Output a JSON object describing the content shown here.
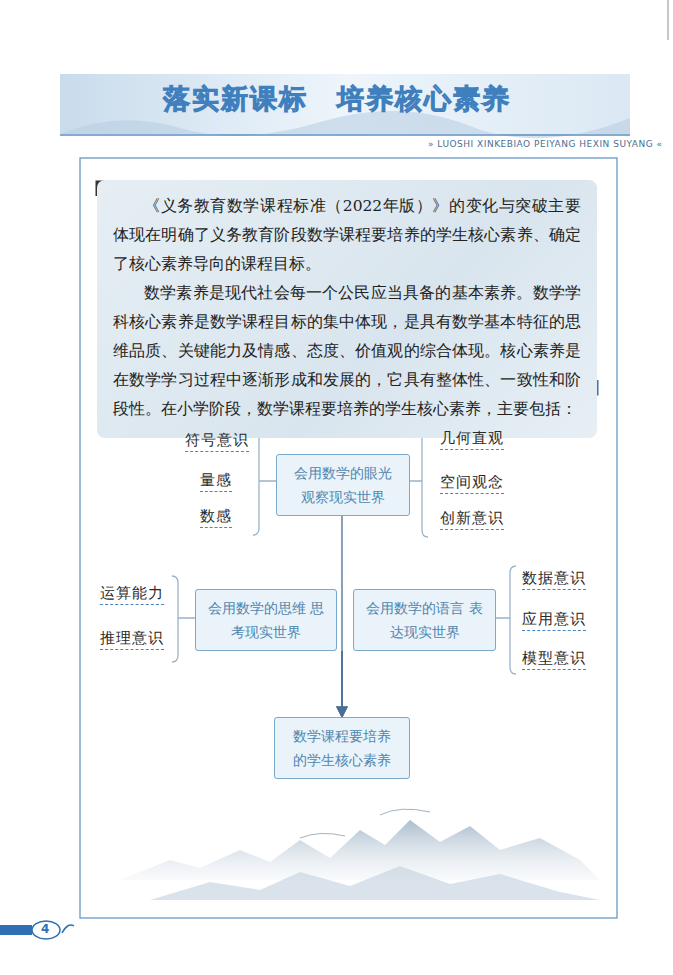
{
  "diagram": {
    "title": "落实新课标　培养核心素养",
    "nodes": [
      {
        "text": [
          "《义务教育数学课程标准（2022年版）》的变化与突破主要体现在明确了义务教育阶段数学课程要培养的学生核心素养、确定了核心素养导向的课程目标。",
          "数学素养是现代社会每一个公民应当具备的基本素养。数学学科核心素养是数学课程目标的集中体现，是具有数学基本特征的思维品质、关键能力及情感、态度、价值观的综合体现。核心素养是在数学学习过程中逐渐形成和发展的，它具有整体性、一致性和阶段性。在小学阶段，数学课程要培养的学生核心素养，主要包括："
        ]
      },
      {
        "text": [
          "会用数学的眼光 观察现实世界"
        ]
      },
      {
        "text": [
          "会用数学的思维 思考现实世界"
        ]
      },
      {
        "text": [
          "会用数学的语言 表达现实世界"
        ]
      },
      {
        "text": [
          "数学课程要培养 的学生核心素养"
        ]
      }
    ],
    "edges": [
      {
        "from": 1,
        "to": 4,
        "arrow": "to"
      },
      {
        "from": 2,
        "to": 4,
        "arrow": "to"
      },
      {
        "from": 3,
        "to": 4,
        "arrow": "to"
      }
    ],
    "labels": [
      "» LUOSHI XINKEBIAO PEIYANG HEXIN SUYANG «",
      "符号意识",
      "量感",
      "数感",
      "几何直观",
      "空间观念",
      "创新意识",
      "运算能力",
      "推理意识",
      "数据意识",
      "应用意识",
      "模型意识",
      "4"
    ]
  }
}
